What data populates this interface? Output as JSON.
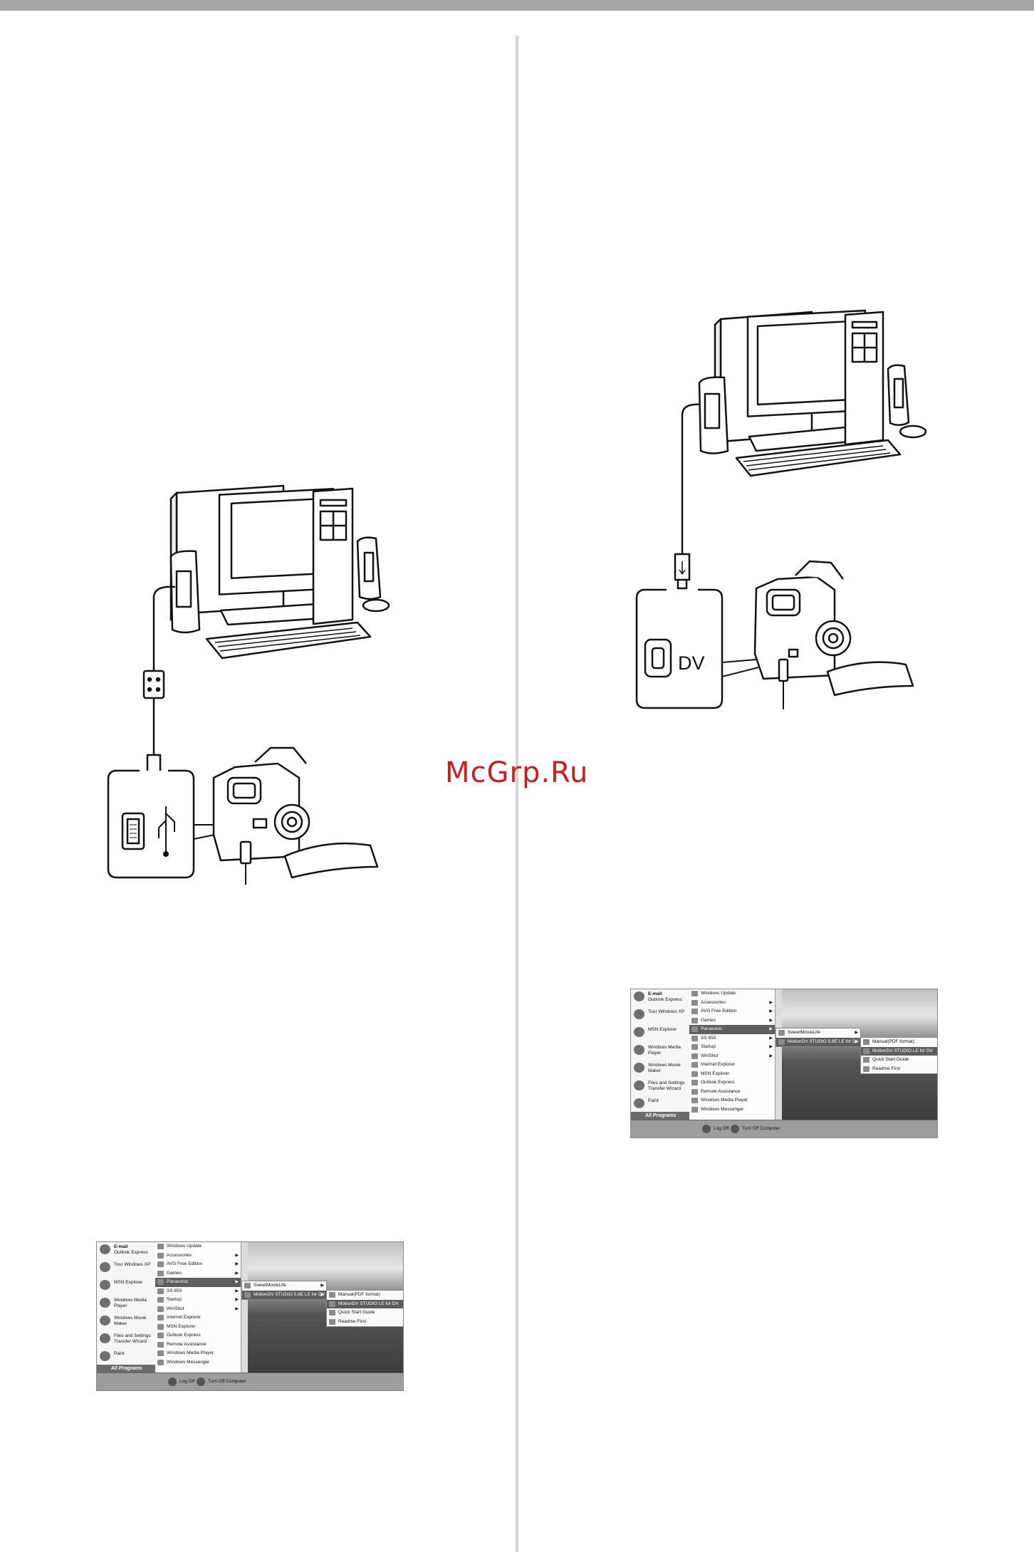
{
  "watermark": "McGrp.Ru",
  "dv_label": "DV",
  "start_menu": {
    "left_items": [
      {
        "title": "E-mail",
        "subtitle": "Outlook Express",
        "icon": "email-icon"
      },
      {
        "title": "Tour Windows XP",
        "icon": "tour-icon"
      },
      {
        "title": "MSN Explorer",
        "icon": "msn-icon"
      },
      {
        "title": "Windows Media Player",
        "icon": "media-player-icon"
      },
      {
        "title": "Windows Movie Maker",
        "icon": "movie-maker-icon"
      },
      {
        "title": "Files and Settings Transfer Wizard",
        "icon": "transfer-wizard-icon"
      },
      {
        "title": "Paint",
        "icon": "paint-icon"
      }
    ],
    "all_programs": "All Programs",
    "programs": [
      {
        "label": "Windows Update",
        "arrow": false
      },
      {
        "label": "Accessories",
        "arrow": true
      },
      {
        "label": "AVG Free Edition",
        "arrow": true
      },
      {
        "label": "Games",
        "arrow": true
      },
      {
        "label": "Panasonic",
        "arrow": true,
        "highlight": true
      },
      {
        "label": "SS 650",
        "arrow": true
      },
      {
        "label": "Startup",
        "arrow": true
      },
      {
        "label": "WinShot",
        "arrow": true
      },
      {
        "label": "Internet Explorer",
        "arrow": false
      },
      {
        "label": "MSN Explorer",
        "arrow": false
      },
      {
        "label": "Outlook Express",
        "arrow": false
      },
      {
        "label": "Remote Assistance",
        "arrow": false
      },
      {
        "label": "Windows Media Player",
        "arrow": false
      },
      {
        "label": "Windows Messenger",
        "arrow": false
      }
    ],
    "panasonic_sub": [
      {
        "label": "SweetMovieLife",
        "arrow": true
      },
      {
        "label": "MotionDV STUDIO 5.6E LE for DV",
        "arrow": true,
        "highlight": true
      }
    ],
    "motiondv_sub": [
      {
        "label": "Manual(PDF format)",
        "highlight": false
      },
      {
        "label": "MotionDV STUDIO LE for DV",
        "highlight": true
      },
      {
        "label": "Quick Start Guide",
        "highlight": false
      },
      {
        "label": "Readme First",
        "highlight": false
      }
    ],
    "log_off": "Log Off",
    "turn_off": "Turn Off Computer"
  }
}
